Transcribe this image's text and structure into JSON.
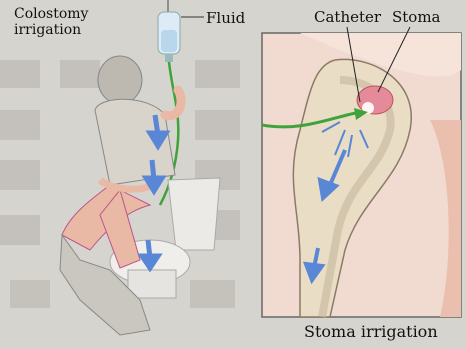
{
  "labels": {
    "colostomy_line1": "Colostomy",
    "colostomy_line2": "irrigation",
    "fluid": "Fluid",
    "catheter": "Catheter",
    "stoma": "Stoma",
    "stoma_irrigation": "Stoma irrigation"
  },
  "colors": {
    "background": "#d9d7d3",
    "inset_border": "#666666",
    "skin": "#e9b9a6",
    "tube": "#3fa33a",
    "flow_arrow": "#5a86d6",
    "fluid_bag": "#dcebf5"
  }
}
